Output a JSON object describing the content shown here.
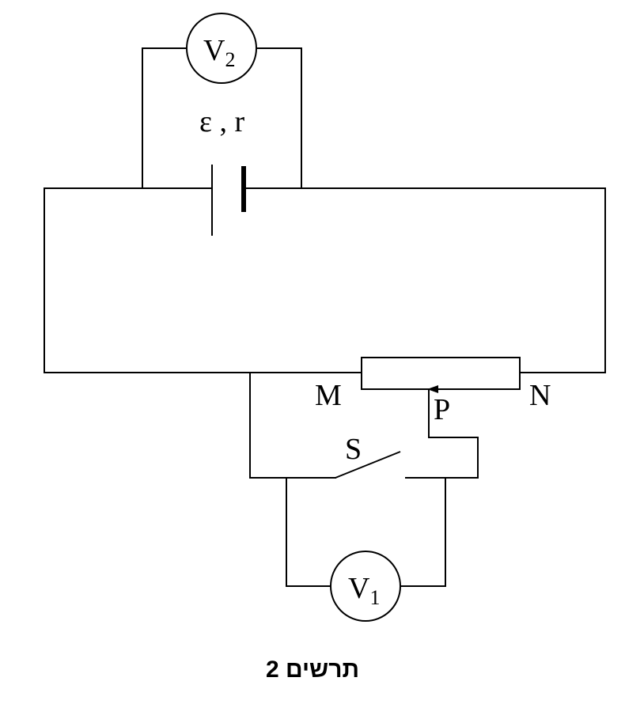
{
  "diagram": {
    "emf_label": "ε , r",
    "voltmeter_top": {
      "letter": "V",
      "subscript": "2"
    },
    "voltmeter_bottom": {
      "letter": "V",
      "subscript": "1"
    },
    "label_M": "M",
    "label_N": "N",
    "label_P": "P",
    "label_S": "S",
    "caption": "תרשים 2"
  }
}
